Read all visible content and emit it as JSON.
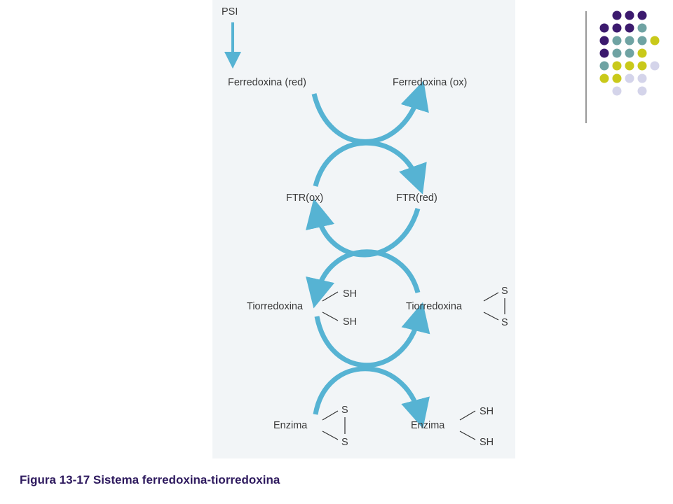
{
  "labels": {
    "psi": "PSI",
    "ferredoxin_red": "Ferredoxina (red)",
    "ferredoxin_ox": "Ferredoxina (ox)",
    "ftr_ox": "FTR(ox)",
    "ftr_red": "FTR(red)",
    "thioredoxin_left": "Tiorredoxina",
    "thioredoxin_right": "Tiorredoxina",
    "sh": "SH",
    "s": "S",
    "enzyme_left": "Enzima",
    "enzyme_right": "Enzima"
  },
  "caption": "Figura 13-17 Sistema ferredoxina-tiorredoxina",
  "colors": {
    "arrow": "#56b3d3",
    "caption": "#2e1a5e",
    "dot_purple": "#3c1a6e",
    "dot_teal": "#6fa3a3",
    "dot_yellow": "#c9c91a",
    "dot_lavender": "#d4d4ea"
  }
}
